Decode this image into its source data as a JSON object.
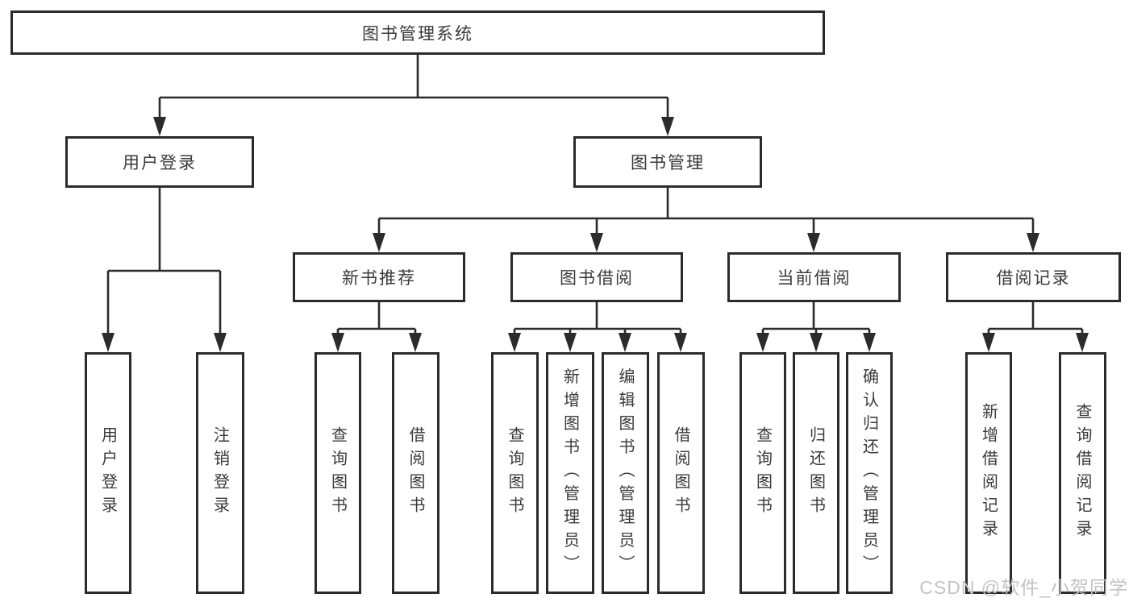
{
  "diagram_title": "图书管理系统",
  "tree": {
    "label": "图书管理系统",
    "children": [
      {
        "label": "用户登录",
        "children": [
          {
            "label": "用户登录"
          },
          {
            "label": "注销登录"
          }
        ]
      },
      {
        "label": "图书管理",
        "children": [
          {
            "label": "新书推荐",
            "children": [
              {
                "label": "查询图书"
              },
              {
                "label": "借阅图书"
              }
            ]
          },
          {
            "label": "图书借阅",
            "children": [
              {
                "label": "查询图书"
              },
              {
                "label": "新增图书（管理员）"
              },
              {
                "label": "编辑图书（管理员）"
              },
              {
                "label": "借阅图书"
              }
            ]
          },
          {
            "label": "当前借阅",
            "children": [
              {
                "label": "查询图书"
              },
              {
                "label": "归还图书"
              },
              {
                "label": "确认归还（管理员）"
              }
            ]
          },
          {
            "label": "借阅记录",
            "children": [
              {
                "label": "新增借阅记录"
              },
              {
                "label": "查询借阅记录"
              }
            ]
          }
        ]
      }
    ]
  },
  "watermark": {
    "text": "CSDN @软件_小贺同学"
  },
  "colors": {
    "line": "#2b2b2b",
    "text": "#3a3a3a",
    "watermark": "#c3c3c3",
    "background": "#ffffff"
  }
}
